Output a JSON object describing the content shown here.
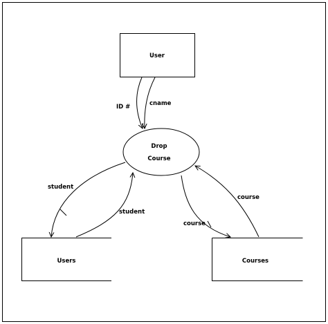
{
  "diagram": {
    "entities": {
      "user": "User",
      "users": "Users",
      "courses": "Courses"
    },
    "process": {
      "line1": "Drop",
      "line2": "Course"
    },
    "flows": {
      "id": "ID #",
      "cname": "cname",
      "student_out": "student",
      "student_in": "student",
      "course_out": "course",
      "course_in": "course"
    },
    "colors": {
      "stroke": "#000000",
      "background": "#ffffff"
    }
  }
}
